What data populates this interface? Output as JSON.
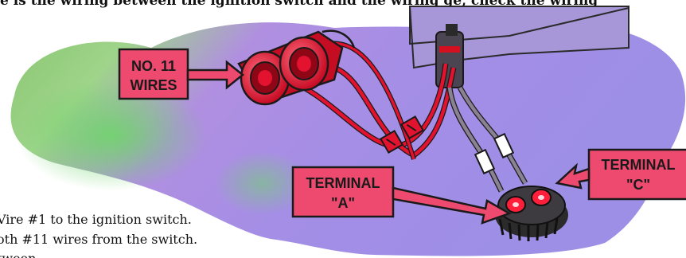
{
  "top_text": "e is the wiring between the ignition switch and the wiring ge, check the wiring",
  "callouts": [
    {
      "line1": "NO. 11",
      "line2": "WIRES"
    },
    {
      "line1": "TERMINAL",
      "line2": "\"A\""
    },
    {
      "line1": "TERMINAL",
      "line2": "\"C\""
    }
  ],
  "bottom_text": [
    "Vire #1 to the ignition switch.",
    "oth #11 wires from the switch.",
    "tween..."
  ],
  "colors": {
    "callout_fill": "#ee4a6f",
    "wire_red": "#e3122f",
    "background_blob": "#9f8ee4"
  }
}
